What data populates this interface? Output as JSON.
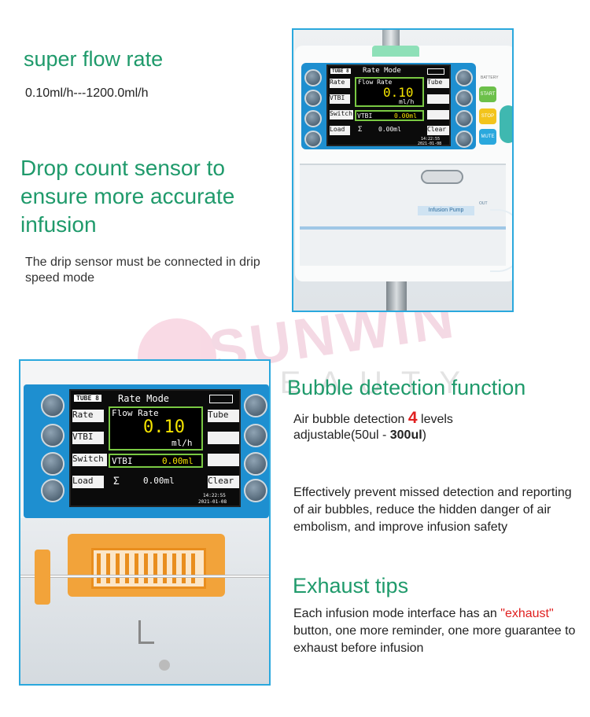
{
  "sections": {
    "flow": {
      "title": "super flow rate",
      "range": "0.10ml/h---1200.0ml/h"
    },
    "drop": {
      "title": "Drop count sensor to ensure more accurate infusion",
      "note": "The drip sensor must be connected in drip speed mode"
    },
    "bubble": {
      "title": "Bubble detection function",
      "line1_prefix": "Air bubble detection ",
      "line1_number": "4",
      "line1_suffix": " levels",
      "line2_prefix": "adjustable(50ul - ",
      "line2_bold": "300ul",
      "line2_suffix": ")",
      "body": "Effectively prevent missed detection and reporting of air bubbles, reduce the hidden danger of air embolism, and improve infusion safety"
    },
    "exhaust": {
      "title": "Exhaust tips",
      "prefix": "Each infusion mode interface has an ",
      "highlight": "\"exhaust\"",
      "suffix": " button, one more reminder, one more guarantee to exhaust before infusion"
    }
  },
  "watermark": {
    "brand": "SUNWIN",
    "sub": "BEAUTY"
  },
  "device_top": {
    "tube_badge": "TUBE 8",
    "mode_title": "Rate Mode",
    "flow_label": "Flow Rate",
    "flow_value": "0.10",
    "flow_unit": "ml/h",
    "left_buttons": [
      "Rate",
      "VTBI",
      "Switch",
      "Load"
    ],
    "right_buttons": [
      "Tube",
      "",
      "",
      "Clear"
    ],
    "vtbi_label": "VTBI",
    "vtbi_value": "0.00ml",
    "sum_symbol": "Σ",
    "sum_value": "0.00ml",
    "time": "14:22:55",
    "date": "2021-01-08",
    "side_labels": [
      "BATTERY",
      "START",
      "STOP",
      "MUTE"
    ],
    "brand_label": "Infusion Pump",
    "out_label": "OUT"
  },
  "device_bottom": {
    "tube_badge": "TUBE 8",
    "mode_title": "Rate Mode",
    "flow_label": "Flow Rate",
    "flow_value": "0.10",
    "flow_unit": "ml/h",
    "left_buttons": [
      "Rate",
      "VTBI",
      "Switch",
      "Load"
    ],
    "right_buttons": [
      "Tube",
      "",
      "",
      "Clear"
    ],
    "vtbi_label": "VTBI",
    "vtbi_value": "0.00ml",
    "sum_symbol": "Σ",
    "sum_value": "0.00ml",
    "time": "14:22:55",
    "date": "2021-01-08"
  },
  "colors": {
    "heading_green": "#1f9a6b",
    "highlight_red": "#e02020",
    "frame_blue": "#2aa8dd",
    "screen_green": "#7ac943",
    "screen_yellow": "#f5e400",
    "start_key": "#6cc04a",
    "stop_key": "#f2c41c"
  }
}
